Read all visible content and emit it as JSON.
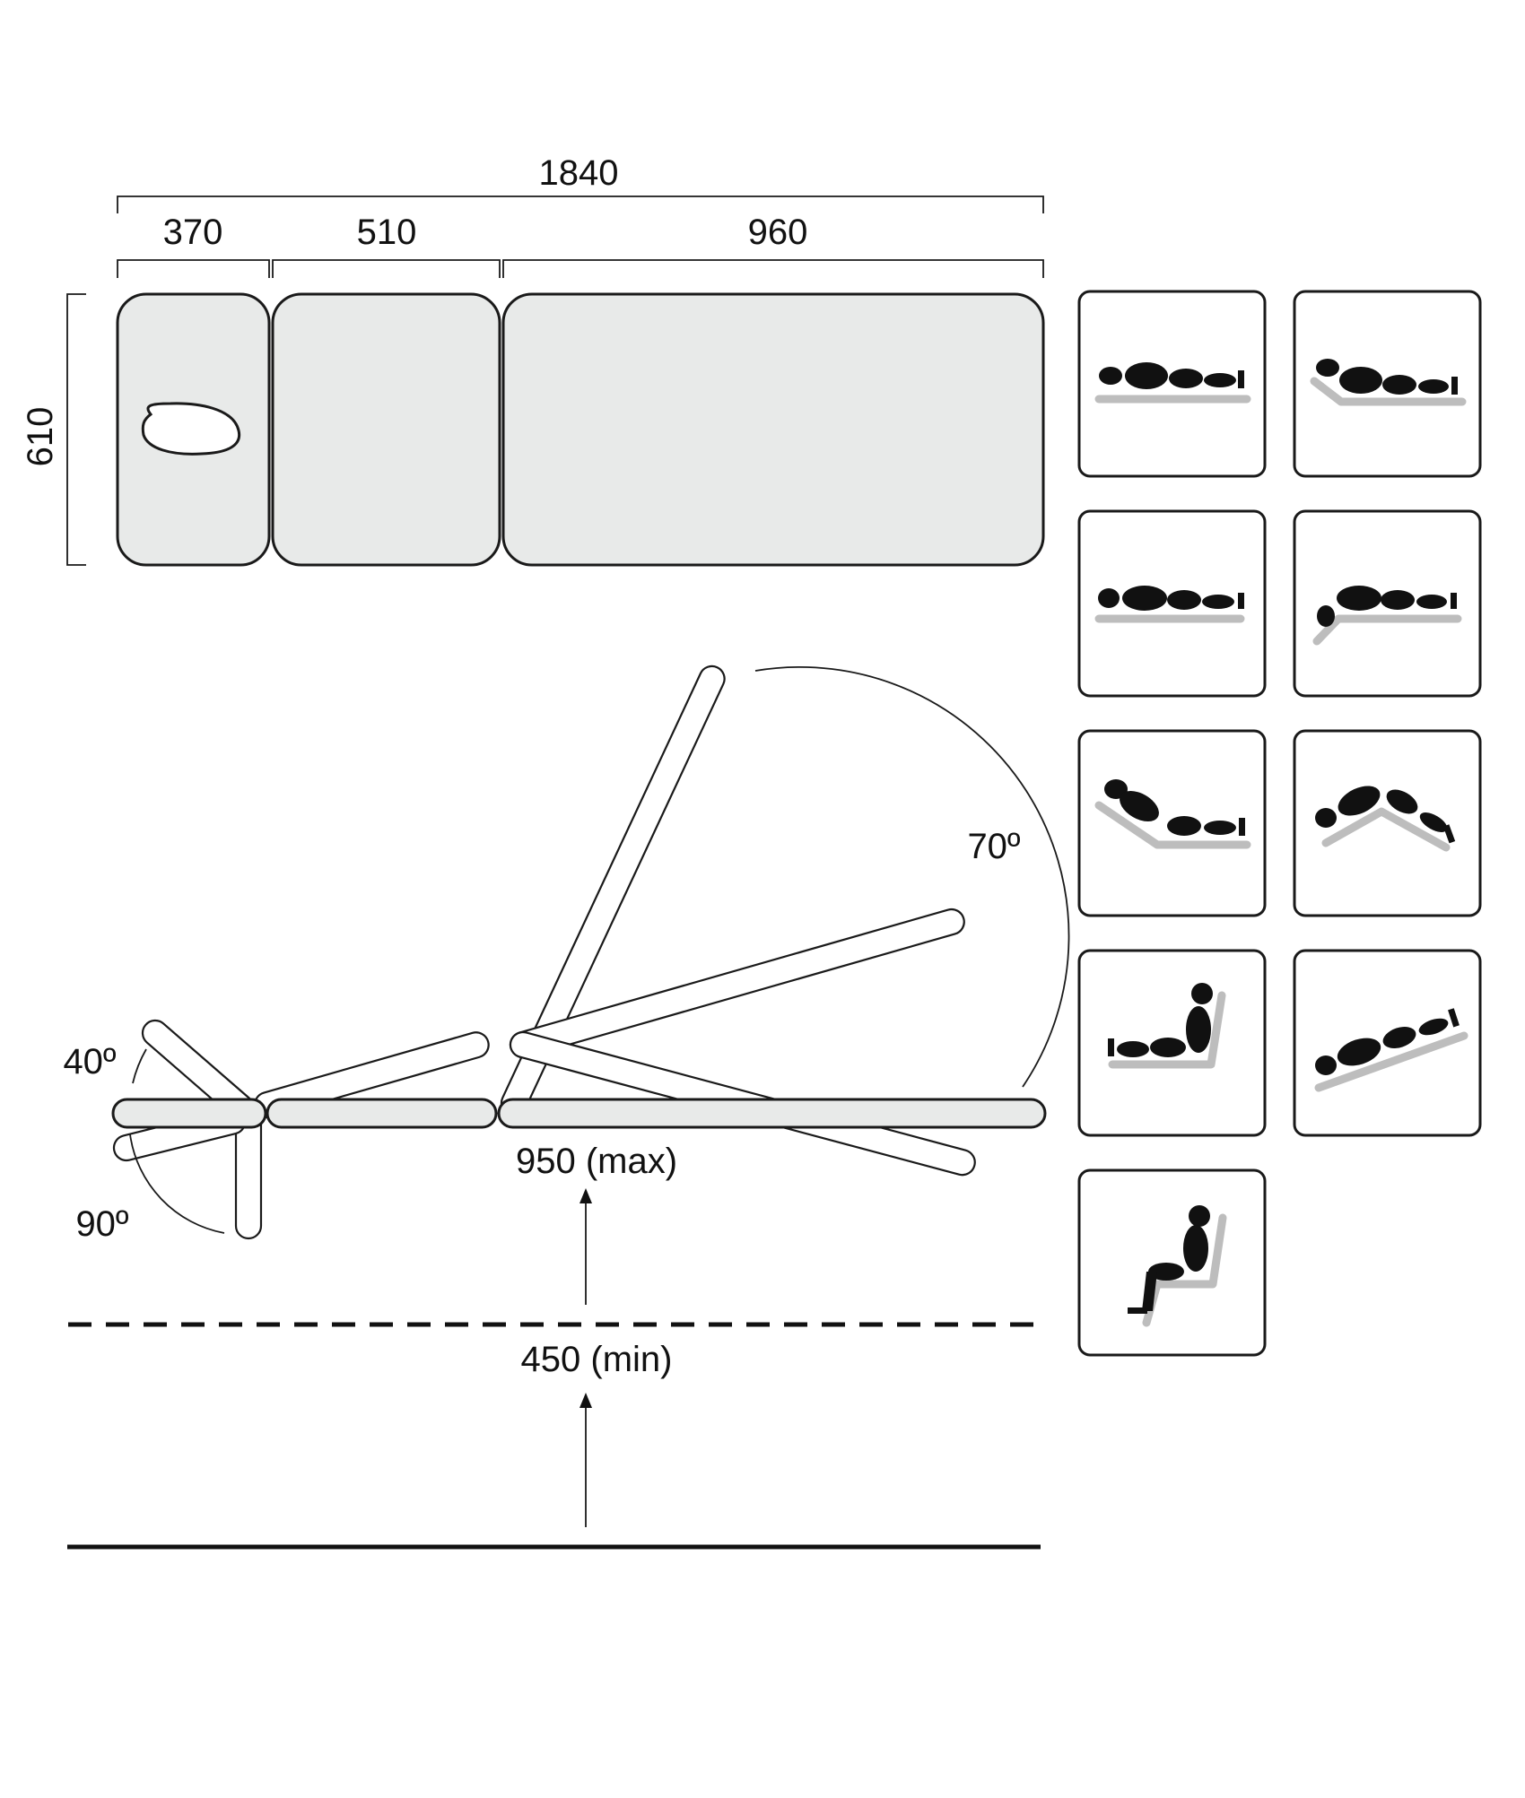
{
  "dimensions": {
    "total_length": "1840",
    "head_section": "370",
    "middle_section": "510",
    "foot_section": "960",
    "width": "610"
  },
  "angles": {
    "backrest_max": "70º",
    "head_up": "40º",
    "head_down": "90º"
  },
  "heights": {
    "max": "950 (max)",
    "min": "450 (min)"
  },
  "colors": {
    "section_fill": "#e8eae9",
    "outline": "#1a1a1a",
    "base_grey": "#bdbdbd"
  },
  "positions": [
    {
      "icon": "flat-supine-icon"
    },
    {
      "icon": "head-raised-supine-icon"
    },
    {
      "icon": "flat-prone-icon"
    },
    {
      "icon": "head-down-prone-icon"
    },
    {
      "icon": "backrest-raised-icon"
    },
    {
      "icon": "inverted-v-icon"
    },
    {
      "icon": "long-sitting-icon"
    },
    {
      "icon": "tilted-flat-icon"
    },
    {
      "icon": "chair-sitting-icon"
    }
  ]
}
